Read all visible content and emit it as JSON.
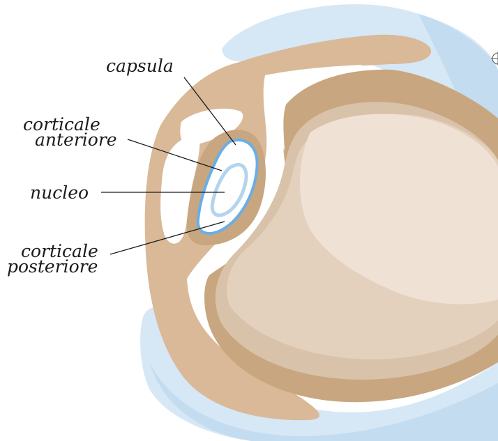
{
  "diagram": {
    "labels": {
      "capsula": "capsula",
      "corticale_anteriore_1": "corticale",
      "corticale_anteriore_2": "anteriore",
      "nucleo": "nucleo",
      "corticale_posteriore_1": "corticale",
      "corticale_posteriore_2": "posteriore"
    },
    "icons": {
      "corner_mark": "registration-mark-icon"
    },
    "colors": {
      "outer_blue": "#d6e7f6",
      "outer_blue_shade": "#c4dcf0",
      "sclera_light": "#d9b998",
      "sclera_dark": "#c8a67f",
      "globe_dark": "#d8c2aa",
      "globe_mid": "#e4d1bd",
      "globe_light": "#efe1d4",
      "lens_capsule": "#6aaee6",
      "lens_nucleus": "#b4d4ee",
      "leader_line": "#1a1a1a"
    }
  }
}
